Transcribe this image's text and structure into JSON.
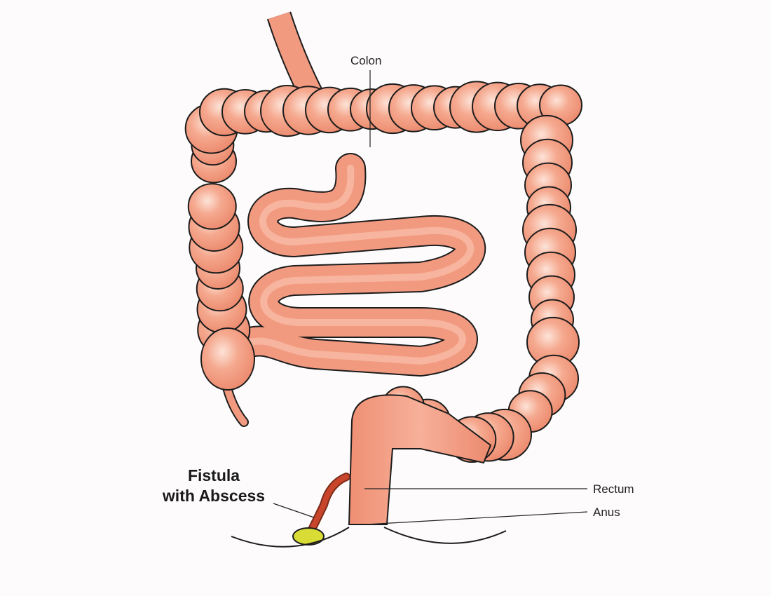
{
  "labels": {
    "colon": "Colon",
    "rectum": "Rectum",
    "anus": "Anus",
    "fistula_line1": "Fistula",
    "fistula_line2": "with Abscess"
  },
  "colors": {
    "tissue": "#f0967a",
    "tissue_highlight": "#fbd9cc",
    "outline": "#1c1c1c",
    "fistula_tract": "#c8452c",
    "abscess": "#d9dc34",
    "background": "#fdfbfb"
  }
}
